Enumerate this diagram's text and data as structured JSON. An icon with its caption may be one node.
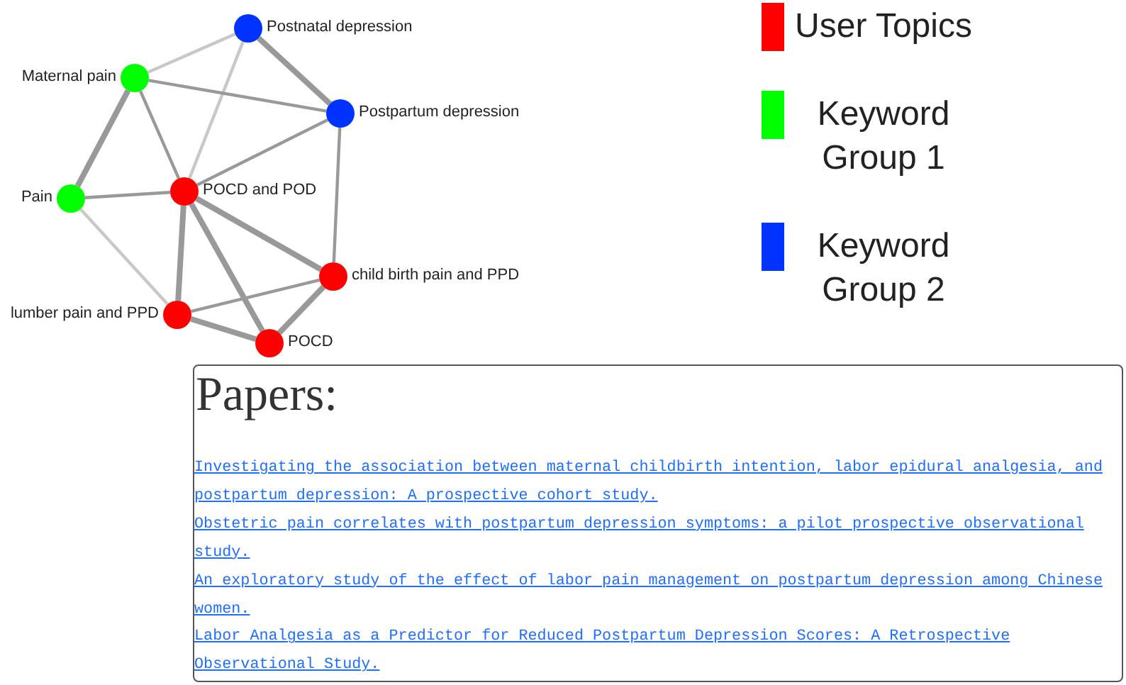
{
  "diagram": {
    "nodes": [
      {
        "text": [],
        "shape": "circle",
        "beside": [
          "Postnatal depression"
        ]
      },
      {
        "text": [],
        "shape": "circle",
        "beside": [
          "Maternal pain"
        ]
      },
      {
        "text": [],
        "shape": "circle",
        "beside": [
          "Postpartum depression"
        ]
      },
      {
        "text": [],
        "shape": "circle",
        "beside": [
          "Pain"
        ]
      },
      {
        "text": [],
        "shape": "circle",
        "beside": [
          "POCD and POD"
        ]
      },
      {
        "text": [],
        "shape": "circle",
        "beside": [
          "child birth pain and PPD"
        ]
      },
      {
        "text": [],
        "shape": "circle",
        "beside": [
          "lumber pain and PPD"
        ]
      },
      {
        "text": [],
        "shape": "circle",
        "beside": [
          "POCD"
        ]
      },
      {
        "text": [
          "Papers:",
          "Investigating the association between maternal childbirth intention, labor epidural analgesia, and postpartum depression: A prospective cohort study.",
          "Obstetric pain correlates with postpartum depression symptoms: a pilot prospective observational study.",
          "An exploratory study of the effect of labor pain management on postpartum depression among Chinese women.",
          "Labor Analgesia as a Predictor for Reduced Postpartum Depression Scores: A Retrospective Observational Study."
        ]
      }
    ],
    "edges": [
      {
        "from": 0,
        "to": 1,
        "arrow": "none",
        "color": "#c8c8c8"
      },
      {
        "from": 0,
        "to": 2,
        "arrow": "none",
        "style": "thick"
      },
      {
        "from": 0,
        "to": 4,
        "arrow": "none",
        "color": "#c8c8c8"
      },
      {
        "from": 1,
        "to": 2,
        "arrow": "none"
      },
      {
        "from": 1,
        "to": 3,
        "arrow": "none",
        "style": "thick"
      },
      {
        "from": 1,
        "to": 4,
        "arrow": "none"
      },
      {
        "from": 2,
        "to": 4,
        "arrow": "none"
      },
      {
        "from": 2,
        "to": 5,
        "arrow": "none"
      },
      {
        "from": 3,
        "to": 4,
        "arrow": "none"
      },
      {
        "from": 3,
        "to": 6,
        "arrow": "none",
        "color": "#c8c8c8"
      },
      {
        "from": 4,
        "to": 5,
        "arrow": "none",
        "style": "thick"
      },
      {
        "from": 4,
        "to": 6,
        "arrow": "none",
        "style": "thick"
      },
      {
        "from": 4,
        "to": 7,
        "arrow": "none",
        "style": "thick"
      },
      {
        "from": 5,
        "to": 6,
        "arrow": "none"
      },
      {
        "from": 5,
        "to": 7,
        "arrow": "none",
        "style": "thick"
      },
      {
        "from": 6,
        "to": 7,
        "arrow": "none",
        "style": "thick"
      }
    ],
    "legend": [
      {
        "text": "User Topics",
        "color": "#ff0000"
      },
      {
        "text": "Keyword Group 1",
        "color": "#00ff00"
      },
      {
        "text": "Keyword Group 2",
        "color": "#0033ff"
      }
    ]
  }
}
